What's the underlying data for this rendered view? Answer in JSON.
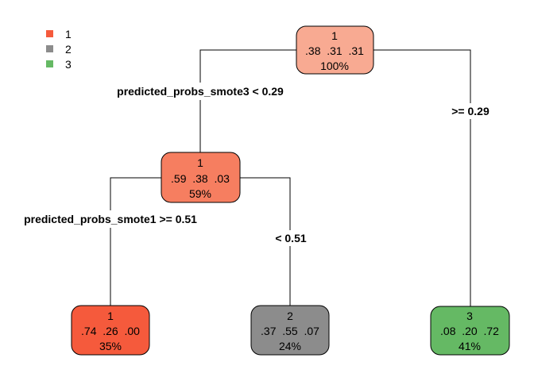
{
  "colors": {
    "class_1": "#F55A3C",
    "class_2": "#8C8C8C",
    "class_3": "#65B964",
    "root_fill": "#F8AA92",
    "node2_fill": "#F67E60"
  },
  "legend": [
    {
      "label": "1",
      "color": "#F55A3C"
    },
    {
      "label": "2",
      "color": "#8C8C8C"
    },
    {
      "label": "3",
      "color": "#65B964"
    }
  ],
  "nodes": {
    "root": {
      "class": "1",
      "probs": ".38  .31  .31",
      "pct": "100%"
    },
    "left": {
      "class": "1",
      "probs": ".59  .38  .03",
      "pct": "59%"
    },
    "leaf1": {
      "class": "1",
      "probs": ".74  .26  .00",
      "pct": "35%"
    },
    "leaf2": {
      "class": "2",
      "probs": ".37  .55  .07",
      "pct": "24%"
    },
    "leaf3": {
      "class": "3",
      "probs": ".08  .20  .72",
      "pct": "41%"
    }
  },
  "splits": {
    "root_left": "predicted_probs_smote3 < 0.29",
    "root_right": ">= 0.29",
    "left_left": "predicted_probs_smote1 >= 0.51",
    "left_right": "< 0.51"
  }
}
